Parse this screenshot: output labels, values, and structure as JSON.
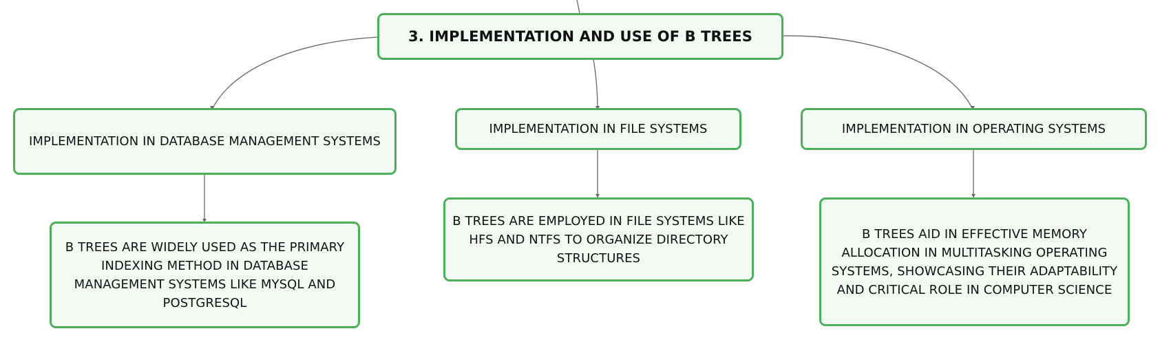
{
  "root": {
    "title": "3. IMPLEMENTATION AND USE OF B TREES"
  },
  "branches": [
    {
      "title": "IMPLEMENTATION IN DATABASE MANAGEMENT SYSTEMS",
      "detail": "B TREES ARE WIDELY USED AS THE PRIMARY INDEXING METHOD IN DATABASE MANAGEMENT SYSTEMS LIKE MYSQL AND POSTGRESQL"
    },
    {
      "title": "IMPLEMENTATION IN FILE SYSTEMS",
      "detail": "B TREES ARE EMPLOYED IN FILE SYSTEMS LIKE HFS AND NTFS TO ORGANIZE DIRECTORY STRUCTURES"
    },
    {
      "title": "IMPLEMENTATION IN OPERATING SYSTEMS",
      "detail": "B TREES AID IN EFFECTIVE MEMORY ALLOCATION IN MULTITASKING OPERATING SYSTEMS, SHOWCASING THEIR ADAPTABILITY AND CRITICAL ROLE IN COMPUTER SCIENCE"
    }
  ],
  "colors": {
    "node_border": "#4caf5a",
    "node_fill": "#f3faf4",
    "connector": "#666666"
  }
}
